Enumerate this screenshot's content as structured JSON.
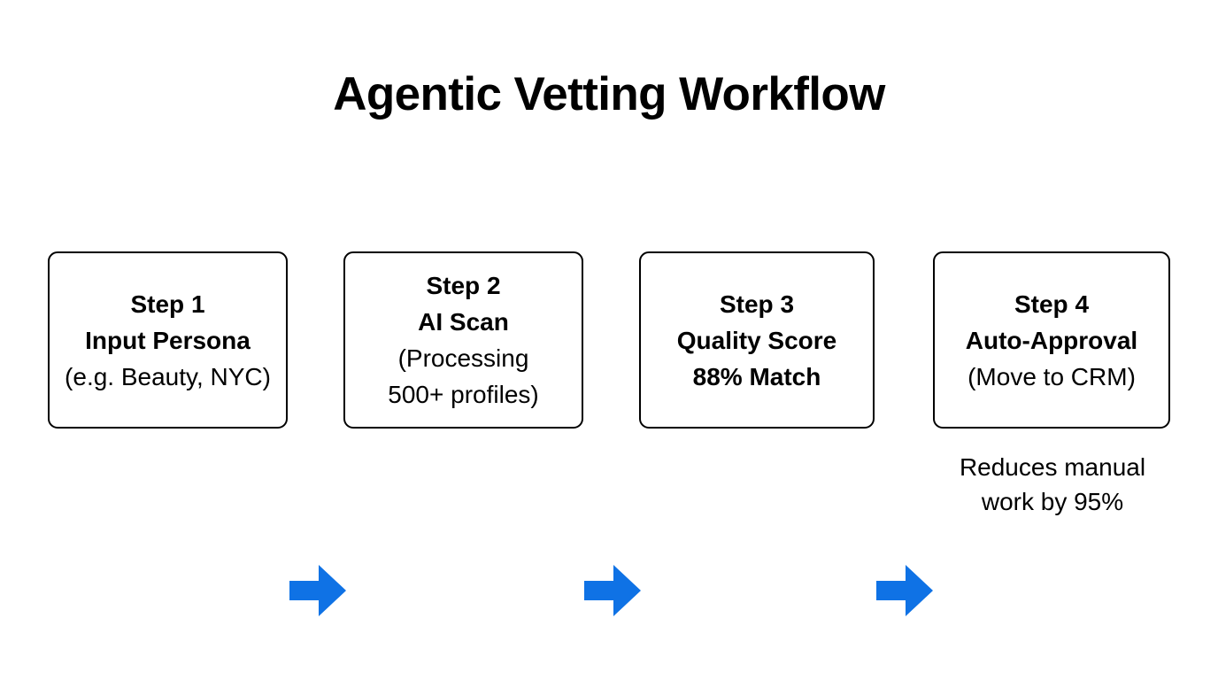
{
  "title": "Agentic Vetting Workflow",
  "colors": {
    "arrow_blue": "#0F72E5",
    "border": "#000000",
    "background": "#FFFFFF",
    "text": "#000000"
  },
  "steps": [
    {
      "id": "step-1",
      "heading": "Step 1",
      "name": "Input Persona",
      "detail_line_1": "(e.g. Beauty, NYC)",
      "detail_line_2": ""
    },
    {
      "id": "step-2",
      "heading": "Step 2",
      "name": "AI Scan",
      "detail_line_1": "(Processing",
      "detail_line_2": "500+ profiles)"
    },
    {
      "id": "step-3",
      "heading": "Step 3",
      "name": "Quality Score",
      "detail_line_1": "88% Match",
      "detail_line_2": ""
    },
    {
      "id": "step-4",
      "heading": "Step 4",
      "name": "Auto-Approval",
      "detail_line_1": "(Move to CRM)",
      "detail_line_2": ""
    }
  ],
  "connectors": [
    {
      "id": "arrow-1",
      "from": "step-1",
      "to": "step-2",
      "icon": "arrow-right-icon"
    },
    {
      "id": "arrow-2",
      "from": "step-2",
      "to": "step-3",
      "icon": "arrow-right-icon"
    },
    {
      "id": "arrow-3",
      "from": "step-3",
      "to": "step-4",
      "icon": "arrow-right-icon"
    }
  ],
  "caption": {
    "line_1": "Reduces manual",
    "line_2": "work by 95%"
  }
}
